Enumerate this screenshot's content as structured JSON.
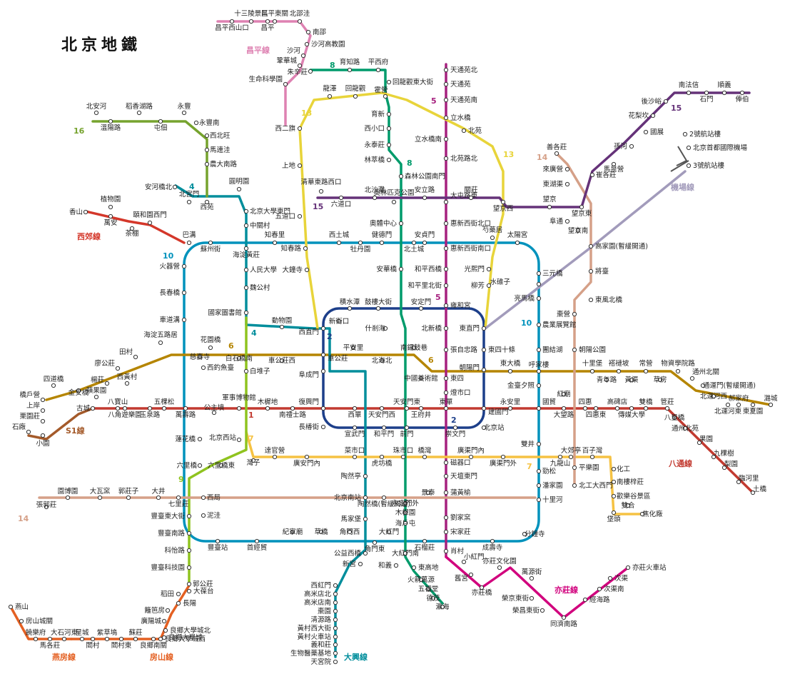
{
  "title": "北京地鐵",
  "lines": [
    {
      "id": "1",
      "label": "1",
      "color": "#c23a30"
    },
    {
      "id": "2",
      "label": "2",
      "color": "#1d3f8a"
    },
    {
      "id": "4",
      "label": "4",
      "color": "#008e9c"
    },
    {
      "id": "5",
      "label": "5",
      "color": "#a6217f"
    },
    {
      "id": "6",
      "label": "6",
      "color": "#b58500"
    },
    {
      "id": "7",
      "label": "7",
      "color": "#f5c243"
    },
    {
      "id": "8",
      "label": "8",
      "color": "#009b6b"
    },
    {
      "id": "9",
      "label": "9",
      "color": "#8fc31f"
    },
    {
      "id": "10",
      "label": "10",
      "color": "#0092bc"
    },
    {
      "id": "13",
      "label": "13",
      "color": "#e8d43a"
    },
    {
      "id": "14",
      "label": "14",
      "color": "#d5a088"
    },
    {
      "id": "15",
      "label": "15",
      "color": "#653279"
    },
    {
      "id": "yizhuang",
      "label": "亦莊線",
      "color": "#d1007d"
    },
    {
      "id": "daxing",
      "label": "大興線",
      "color": "#008e9c"
    },
    {
      "id": "changping",
      "label": "昌平線",
      "color": "#de82b2"
    },
    {
      "id": "fangshan",
      "label": "房山線",
      "color": "#e46022"
    },
    {
      "id": "yanfang",
      "label": "燕房線",
      "color": "#e46022"
    },
    {
      "id": "batong",
      "label": "八通線",
      "color": "#c23a30"
    },
    {
      "id": "s1",
      "label": "S1線",
      "color": "#a45a2a"
    },
    {
      "id": "xijiao",
      "label": "西郊線",
      "color": "#d4372a"
    },
    {
      "id": "airport",
      "label": "機場線",
      "color": "#a29bbb"
    },
    {
      "id": "line16",
      "label": "16",
      "color": "#76a32e"
    }
  ],
  "stations": [
    "十三陵景區",
    "昌平東關",
    "北邵洼",
    "昌平西山口",
    "昌平",
    "南邵",
    "沙河高教園",
    "沙河",
    "鞏華城",
    "朱辛莊",
    "生命科學園",
    "西二旗",
    "育知路",
    "平西府",
    "回龍觀東大街",
    "霍營",
    "回龍觀",
    "龍澤",
    "育新",
    "西小口",
    "永泰莊",
    "林萃橋",
    "森林公園南門",
    "奧林匹克公園",
    "奧體中心",
    "天通苑北",
    "天通苑",
    "天通苑南",
    "立水橋",
    "立水橋南",
    "北苑路北",
    "大屯路東",
    "惠新西街北口",
    "惠新西街南口",
    "和平西橋",
    "和平里北街",
    "雍和宮",
    "北苑",
    "望京西",
    "芍藥居",
    "光熙門",
    "柳芳",
    "東直門",
    "上地",
    "五道口",
    "知春路",
    "大鐘寺",
    "北安河",
    "溫陽路",
    "稻香湖路",
    "屯佃",
    "永豐",
    "永豐南",
    "西北旺",
    "馬連洼",
    "農大南路",
    "安河橋北",
    "北宮門",
    "西苑",
    "圓明園",
    "北京大學東門",
    "中關村",
    "海淀黃莊",
    "人民大學",
    "魏公村",
    "國家圖書館",
    "動物園",
    "清華東路西口",
    "六道口",
    "北沙灘",
    "安立路",
    "關莊",
    "望京",
    "望京東",
    "崔各莊",
    "馬泉營",
    "孫河",
    "國展",
    "花梨坎",
    "後沙峪",
    "南法信",
    "石門",
    "順義",
    "俸伯",
    "香山",
    "植物園",
    "萬安",
    "茶棚",
    "頤和園西門",
    "巴溝",
    "蘇州街",
    "知春里",
    "西土城",
    "牡丹園",
    "健德門",
    "北土城",
    "安貞門",
    "太陽宮",
    "三元橋",
    "亮馬橋",
    "農業展覽館",
    "團結湖",
    "呼家樓",
    "金臺夕照",
    "國貿",
    "雙井",
    "勁松",
    "潘家園",
    "十里河",
    "分鐘寺",
    "成壽寺",
    "宋家莊",
    "石榴莊",
    "大紅門",
    "角門東",
    "角門西",
    "草橋",
    "紀家廟",
    "首經貿",
    "豐臺站",
    "泥洼",
    "西局",
    "六里橋",
    "蓮花橋",
    "公主墳",
    "西釣魚臺",
    "慈壽寺",
    "車道溝",
    "長春橋",
    "火器營",
    "積水潭",
    "鼓樓大街",
    "安定門",
    "新街口",
    "西直門",
    "車公莊",
    "阜成門",
    "復興門",
    "長椿街",
    "宣武門",
    "和平門",
    "前門",
    "崇文門",
    "北京站",
    "建國門",
    "朝陽門",
    "東四十條",
    "安華橋",
    "什剎海",
    "南鑼鼓巷",
    "中國美術館",
    "平安里",
    "北海北",
    "張自忠路",
    "東四",
    "燈市口",
    "東單",
    "磁器口",
    "天壇東門",
    "蒲黃榆",
    "劉家窯",
    "肖村",
    "海淀五路居",
    "花園橋",
    "白石橋南",
    "車公莊西",
    "東大橋",
    "十里堡",
    "青年路",
    "褡褳坡",
    "黃渠",
    "常營",
    "草房",
    "物資學院路",
    "通州北關",
    "通運門(暫緩開通)",
    "北運河西",
    "北運河東",
    "郝家府",
    "東夏園",
    "潞城",
    "四道橋",
    "金安橋",
    "楊莊",
    "西黃村",
    "廖公莊",
    "田村",
    "橋戶營",
    "上岸",
    "栗園莊",
    "石廠",
    "小園",
    "蘋果園",
    "古城",
    "八寶山",
    "八角遊樂園",
    "玉泉路",
    "五棵松",
    "萬壽路",
    "軍事博物館",
    "木樨地",
    "南禮士路",
    "西單",
    "天安門西",
    "天安門東",
    "王府井",
    "東單",
    "永安里",
    "大望路",
    "四惠",
    "四惠東",
    "高碑店",
    "傳媒大學",
    "雙橋",
    "管莊",
    "八里橋",
    "通州北苑",
    "果園",
    "九棵樹",
    "梨園",
    "臨河里",
    "土橋",
    "白堆子",
    "北京西站",
    "灣子",
    "達官營",
    "廣安門內",
    "菜市口",
    "虎坊橋",
    "珠市口",
    "橋灣",
    "廣渠門內",
    "廣渠門外",
    "九龍山",
    "大郊亭",
    "百子灣",
    "化工",
    "南樓梓莊",
    "歡樂谷景區",
    "垡頭",
    "雙合",
    "焦化廠",
    "六里橋東",
    "七里莊",
    "大井",
    "郭莊子",
    "大瓦窯",
    "園博園",
    "張郭莊",
    "豐臺東大街",
    "豐臺南路",
    "科怡路",
    "豐臺科技園",
    "郭公莊",
    "大葆台",
    "陶然亭",
    "北京南站",
    "馬家堡",
    "公益西橋",
    "新宮",
    "西紅門",
    "高米店北",
    "高米店南",
    "棗園",
    "清源路",
    "黃村西大街",
    "黃村火車站",
    "義和莊",
    "生物醫藥基地",
    "天宮院",
    "永定門外",
    "木樨園",
    "海戶屯",
    "大紅門南",
    "和義",
    "東高地",
    "火箭萬源",
    "五福堂",
    "德茂",
    "瀛海",
    "小紅門",
    "舊宮",
    "亦莊橋",
    "亦莊文化園",
    "萬源街",
    "榮京東街",
    "榮昌東街",
    "同濟南路",
    "經海路",
    "次渠南",
    "次渠",
    "亦莊火車站",
    "稻田",
    "長陽",
    "籬笆房",
    "廣陽城",
    "良鄉大學城北",
    "良鄉大學城",
    "良鄉大學城西",
    "良鄉南關",
    "蘇莊",
    "閻村東",
    "紫草塢",
    "閻村",
    "星城",
    "大石河東",
    "馬各莊",
    "饒樂府",
    "房山城關",
    "燕山",
    "將臺",
    "東風北橋",
    "棗營",
    "朝陽公園",
    "平樂園",
    "北工大西門",
    "高家園(暫緩開通)",
    "陶然橋(暫緩開通)",
    "北京南站",
    "來廣營",
    "善各莊",
    "東湖渠",
    "望京南",
    "阜通",
    "2號航站樓",
    "北京首都國際機場",
    "3號航站樓",
    "水碓子",
    "紅廟",
    "北新橋",
    "廣渠門內",
    "景泰"
  ]
}
